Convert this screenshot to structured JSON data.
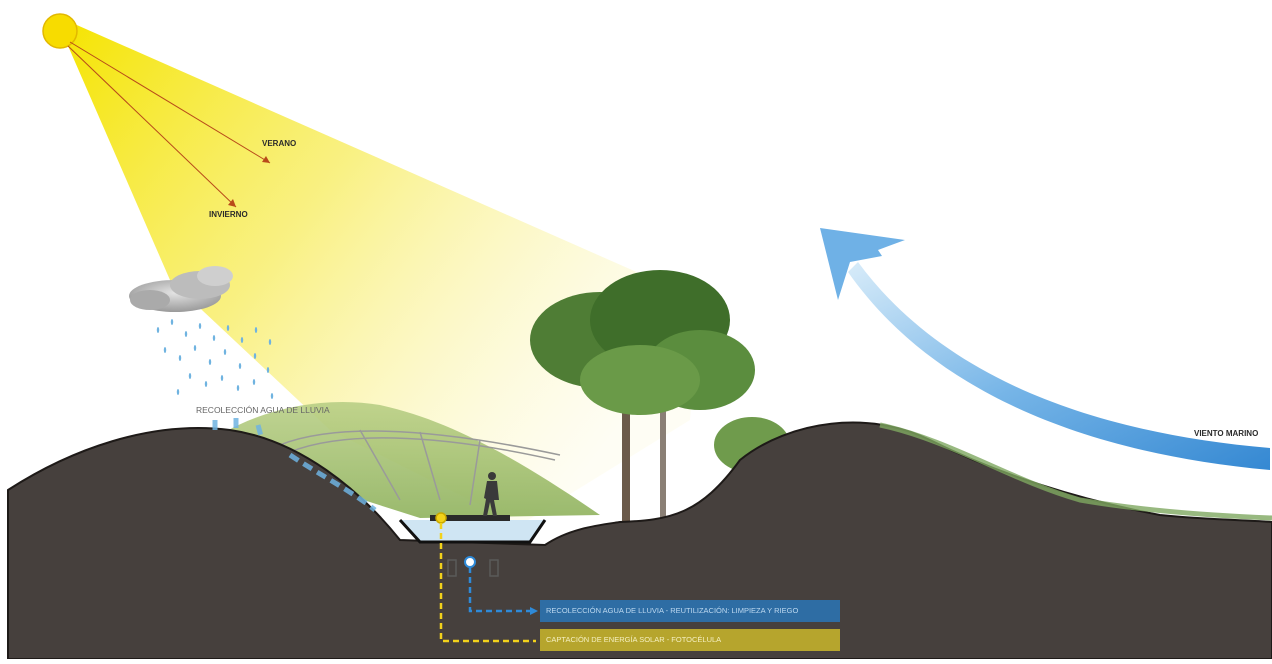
{
  "labels": {
    "summer": "VERANO",
    "winter": "INVIERNO",
    "rain_collection": "RECOLECCIÓN AGUA DE LLUVIA",
    "sea_wind": "VIENTO MARINO"
  },
  "legend": {
    "water": "RECOLECCIÓN AGUA DE LLUVIA - REUTILIZACIÓN: LIMPIEZA Y RIEGO",
    "solar": "CAPTACIÓN DE ENERGÍA SOLAR - FOTOCÉLULA"
  },
  "colors": {
    "sun": "#f7dc00",
    "sun_beam": "#f5e600",
    "ground": "#46403d",
    "water_line": "#2e8ad8",
    "solar_line": "#f2d21b",
    "wind_arrow": "#3b93d9",
    "legend_water": "#2e6da4",
    "legend_solar": "#b6a52d"
  }
}
